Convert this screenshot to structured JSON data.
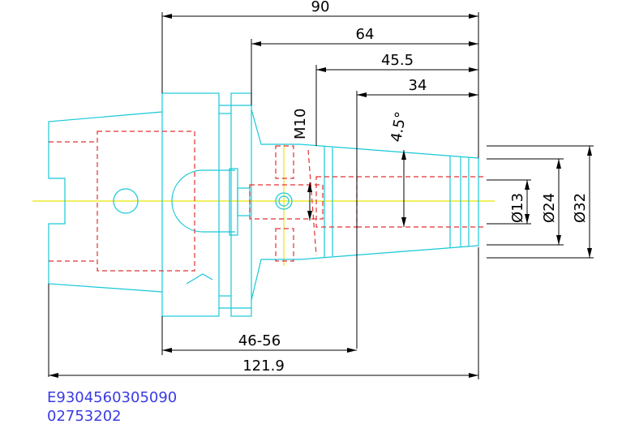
{
  "dimensions": {
    "d90": "90",
    "d64": "64",
    "d45_5": "45.5",
    "d34": "34",
    "d46_56": "46-56",
    "d121_9": "121.9",
    "thread": "M10",
    "angle": "4.5°",
    "dia13": "Ø13",
    "dia24": "Ø24",
    "dia32": "Ø32"
  },
  "codes": {
    "line1": "E9304560305090",
    "line2": "02753202"
  },
  "colors": {
    "outline": "#18c8d8",
    "hidden": "#e23030",
    "centerline": "#e8e800",
    "dimension": "#000000",
    "code_text": "#3a3ae6"
  }
}
